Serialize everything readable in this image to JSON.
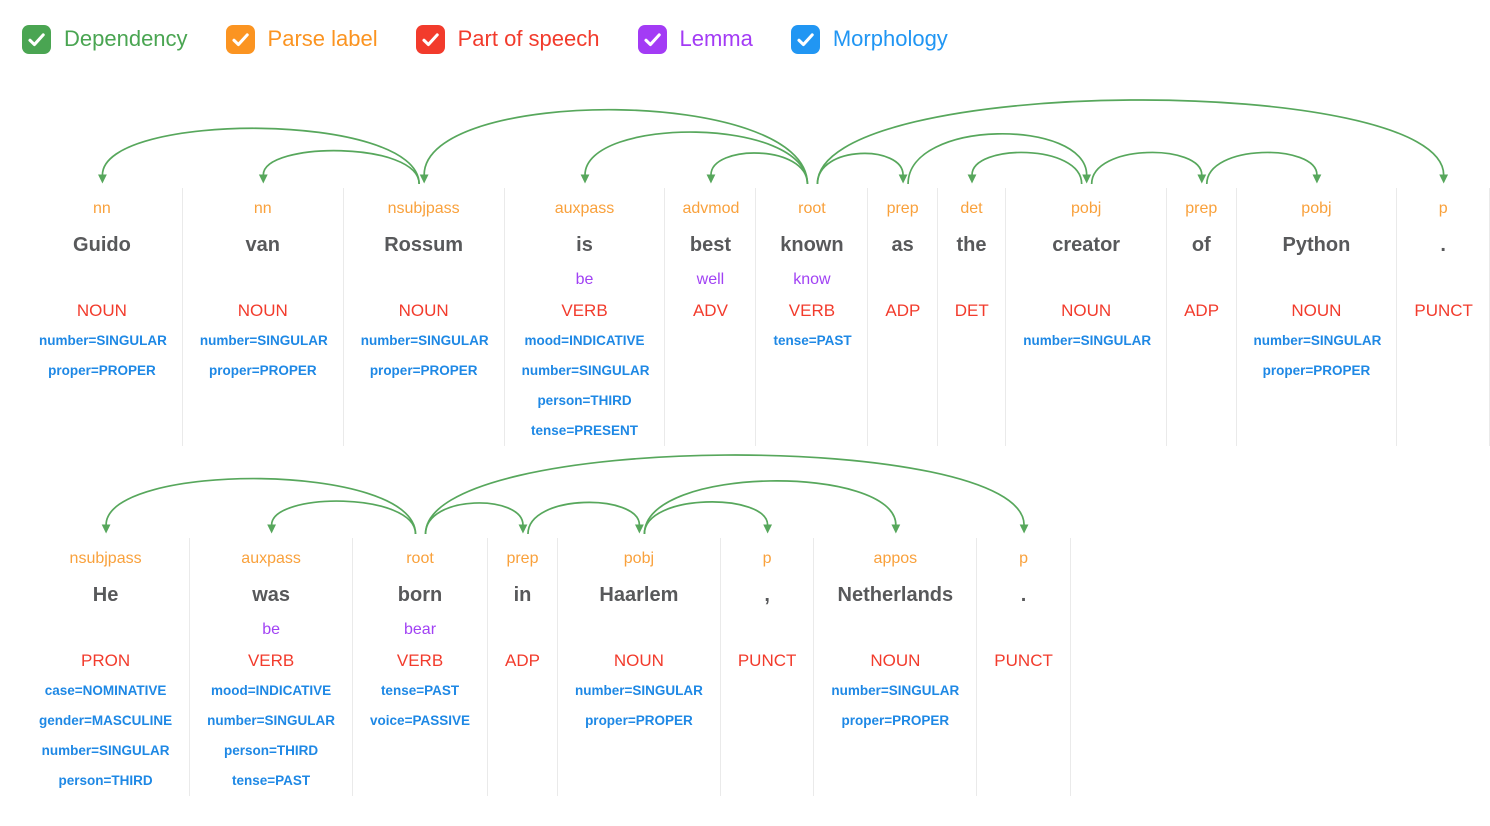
{
  "toolbar": {
    "items": [
      {
        "id": "dependency",
        "label": "Dependency",
        "color": "#4AA552",
        "checked": true
      },
      {
        "id": "parse-label",
        "label": "Parse label",
        "color": "#FB9421",
        "checked": true
      },
      {
        "id": "part-of-speech",
        "label": "Part of speech",
        "color": "#F23B2C",
        "checked": true
      },
      {
        "id": "lemma",
        "label": "Lemma",
        "color": "#A33BF5",
        "checked": true
      },
      {
        "id": "morphology",
        "label": "Morphology",
        "color": "#2196F3",
        "checked": true
      }
    ]
  },
  "colors": {
    "arc": "#57A75C",
    "parse_label": "#F9A13C",
    "word": "#58595B",
    "lemma": "#A142F4",
    "pos": "#F23B2C",
    "morphology": "#1E88E5",
    "divider": "#EAEAEA"
  },
  "sentences": [
    {
      "text": "Guido van Rossum is best known as the creator of Python .",
      "tokens": [
        {
          "parse_label": "nn",
          "word": "Guido",
          "lemma": "",
          "pos": "NOUN",
          "morphology": [
            "number=SINGULAR",
            "proper=PROPER"
          ],
          "head": 2
        },
        {
          "parse_label": "nn",
          "word": "van",
          "lemma": "",
          "pos": "NOUN",
          "morphology": [
            "number=SINGULAR",
            "proper=PROPER"
          ],
          "head": 2
        },
        {
          "parse_label": "nsubjpass",
          "word": "Rossum",
          "lemma": "",
          "pos": "NOUN",
          "morphology": [
            "number=SINGULAR",
            "proper=PROPER"
          ],
          "head": 5
        },
        {
          "parse_label": "auxpass",
          "word": "is",
          "lemma": "be",
          "pos": "VERB",
          "morphology": [
            "mood=INDICATIVE",
            "number=SINGULAR",
            "person=THIRD",
            "tense=PRESENT"
          ],
          "head": 5
        },
        {
          "parse_label": "advmod",
          "word": "best",
          "lemma": "well",
          "pos": "ADV",
          "morphology": [],
          "head": 5
        },
        {
          "parse_label": "root",
          "word": "known",
          "lemma": "know",
          "pos": "VERB",
          "morphology": [
            "tense=PAST"
          ],
          "head": null
        },
        {
          "parse_label": "prep",
          "word": "as",
          "lemma": "",
          "pos": "ADP",
          "morphology": [],
          "head": 5
        },
        {
          "parse_label": "det",
          "word": "the",
          "lemma": "",
          "pos": "DET",
          "morphology": [],
          "head": 8
        },
        {
          "parse_label": "pobj",
          "word": "creator",
          "lemma": "",
          "pos": "NOUN",
          "morphology": [
            "number=SINGULAR"
          ],
          "head": 6
        },
        {
          "parse_label": "prep",
          "word": "of",
          "lemma": "",
          "pos": "ADP",
          "morphology": [],
          "head": 8
        },
        {
          "parse_label": "pobj",
          "word": "Python",
          "lemma": "",
          "pos": "NOUN",
          "morphology": [
            "number=SINGULAR",
            "proper=PROPER"
          ],
          "head": 9
        },
        {
          "parse_label": "p",
          "word": ".",
          "lemma": "",
          "pos": "PUNCT",
          "morphology": [],
          "head": 5
        }
      ]
    },
    {
      "text": "He was born in Haarlem , Netherlands .",
      "tokens": [
        {
          "parse_label": "nsubjpass",
          "word": "He",
          "lemma": "",
          "pos": "PRON",
          "morphology": [
            "case=NOMINATIVE",
            "gender=MASCULINE",
            "number=SINGULAR",
            "person=THIRD"
          ],
          "head": 2
        },
        {
          "parse_label": "auxpass",
          "word": "was",
          "lemma": "be",
          "pos": "VERB",
          "morphology": [
            "mood=INDICATIVE",
            "number=SINGULAR",
            "person=THIRD",
            "tense=PAST"
          ],
          "head": 2
        },
        {
          "parse_label": "root",
          "word": "born",
          "lemma": "bear",
          "pos": "VERB",
          "morphology": [
            "tense=PAST",
            "voice=PASSIVE"
          ],
          "head": null
        },
        {
          "parse_label": "prep",
          "word": "in",
          "lemma": "",
          "pos": "ADP",
          "morphology": [],
          "head": 2
        },
        {
          "parse_label": "pobj",
          "word": "Haarlem",
          "lemma": "",
          "pos": "NOUN",
          "morphology": [
            "number=SINGULAR",
            "proper=PROPER"
          ],
          "head": 3
        },
        {
          "parse_label": "p",
          "word": ",",
          "lemma": "",
          "pos": "PUNCT",
          "morphology": [],
          "head": 4
        },
        {
          "parse_label": "appos",
          "word": "Netherlands",
          "lemma": "",
          "pos": "NOUN",
          "morphology": [
            "number=SINGULAR",
            "proper=PROPER"
          ],
          "head": 4
        },
        {
          "parse_label": "p",
          "word": ".",
          "lemma": "",
          "pos": "PUNCT",
          "morphology": [],
          "head": 2
        }
      ]
    }
  ]
}
